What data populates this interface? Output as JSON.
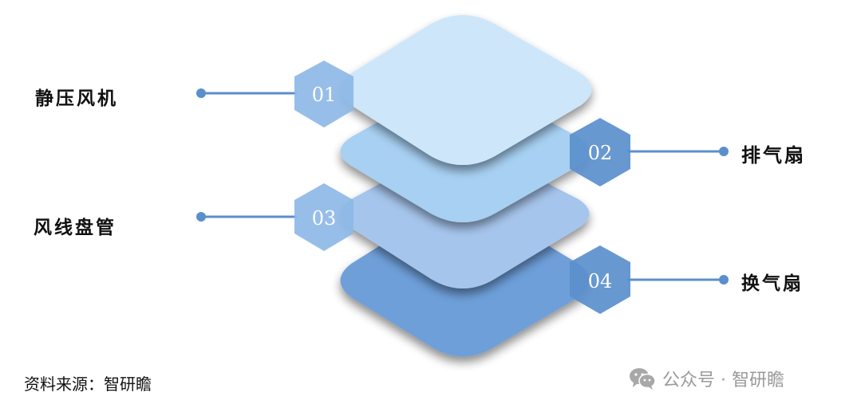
{
  "layers": [
    {
      "number": "01",
      "label": "静压风机",
      "side": "left",
      "color": "#cde6fa"
    },
    {
      "number": "02",
      "label": "排气扇",
      "side": "right",
      "color": "#a7d0f2"
    },
    {
      "number": "03",
      "label": "风线盘管",
      "side": "left",
      "color": "#a6c5ec"
    },
    {
      "number": "04",
      "label": "换气扇",
      "side": "right",
      "color": "#6e9fd9"
    }
  ],
  "source": "资料来源：智研瞻",
  "watermark": {
    "text": "公众号 · 智研瞻",
    "icon": "wechat-icon"
  },
  "colors": {
    "hex_light": "#8db8e6",
    "hex_dark": "#5b8fcc",
    "connector": "#5b8fcc",
    "shadow": "#8a9bb0"
  }
}
